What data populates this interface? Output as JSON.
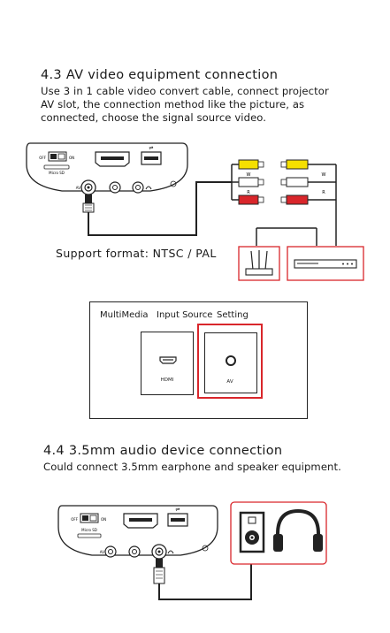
{
  "section_av": {
    "heading": "4.3  AV video equipment connection",
    "lines": [
      "Use 3 in 1 cable video convert cable, connect projector",
      "AV slot, the connection method like the picture, as",
      "connected, choose the signal source video."
    ],
    "support_format": "Support format:  NTSC / PAL"
  },
  "device_labels": {
    "off": "OFF",
    "on": "ON",
    "micro_sd": "Micro SD",
    "av": "AV",
    "w": "W",
    "r": "R"
  },
  "menu": {
    "tabs": [
      "MultiMedia",
      "Input Source",
      "Setting"
    ],
    "hdmi_label": "HDMI",
    "av_label": "AV"
  },
  "section_audio": {
    "heading": "4.4  3.5mm audio device connection",
    "line": "Could connect 3.5mm earphone and speaker equipment."
  },
  "colors": {
    "red": "#d9262b",
    "yellow": "#f5e000",
    "white": "#ffffff"
  }
}
